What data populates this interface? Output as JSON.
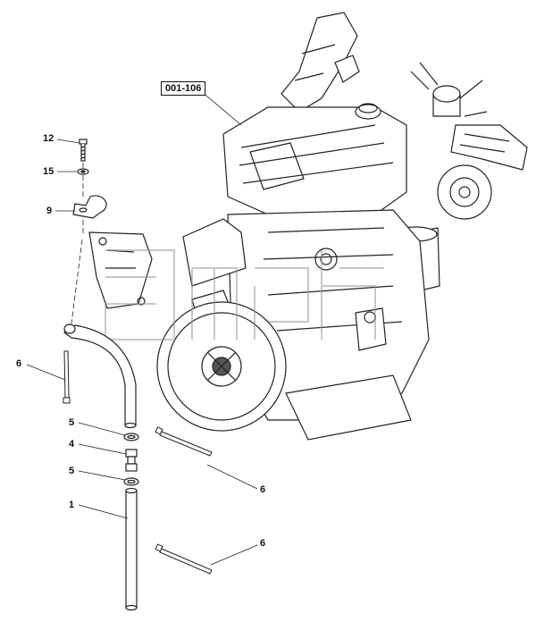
{
  "diagram": {
    "reference_box": "001-106",
    "callouts": {
      "c12": "12",
      "c15": "15",
      "c9": "9",
      "c6a": "6",
      "c5a": "5",
      "c4": "4",
      "c5b": "5",
      "c1": "1",
      "c6b": "6",
      "c6c": "6"
    },
    "watermark": "amh"
  }
}
